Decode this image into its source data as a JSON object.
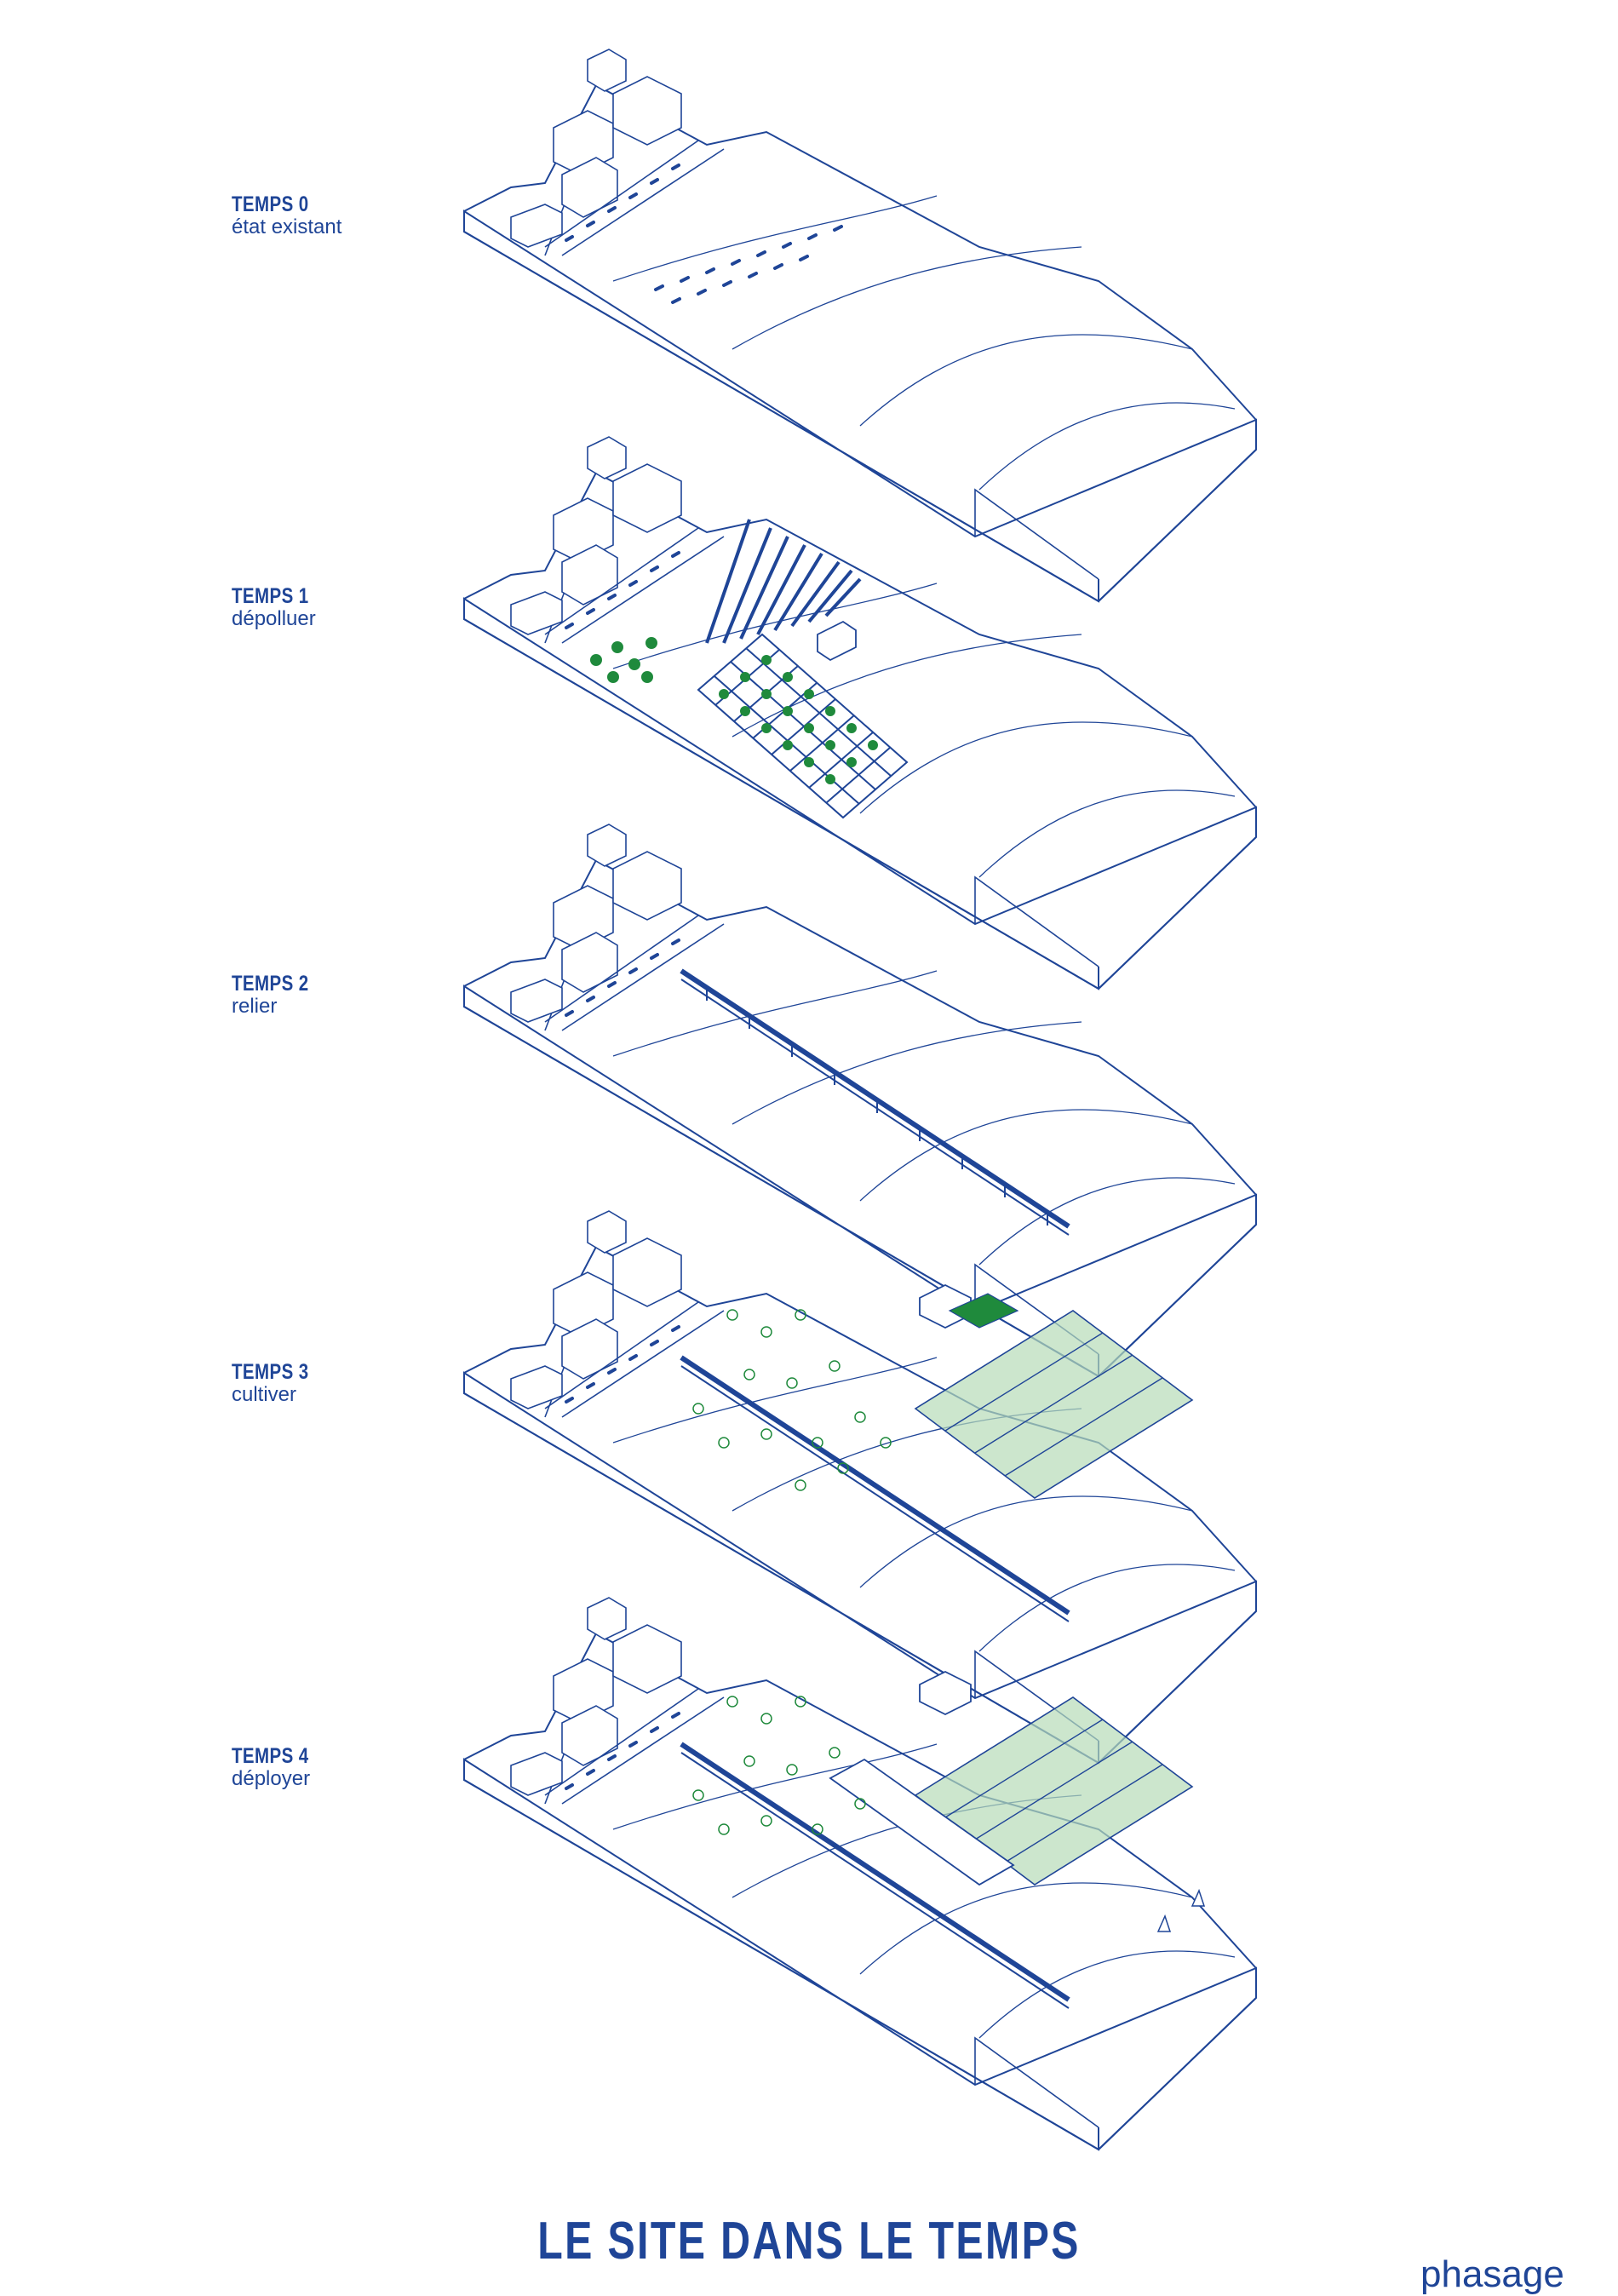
{
  "phases": [
    {
      "title": "TEMPS 0",
      "subtitle": "état existant"
    },
    {
      "title": "TEMPS 1",
      "subtitle": "dépolluer"
    },
    {
      "title": "TEMPS 2",
      "subtitle": "relier"
    },
    {
      "title": "TEMPS 3",
      "subtitle": "cultiver"
    },
    {
      "title": "TEMPS 4",
      "subtitle": "déployer"
    }
  ],
  "footer": {
    "title": "LE SITE DANS LE TEMPS",
    "tag": "phasage"
  },
  "colors": {
    "line": "#1f4597",
    "green": "#1f8a3c",
    "light_green": "#b6dcb8"
  }
}
